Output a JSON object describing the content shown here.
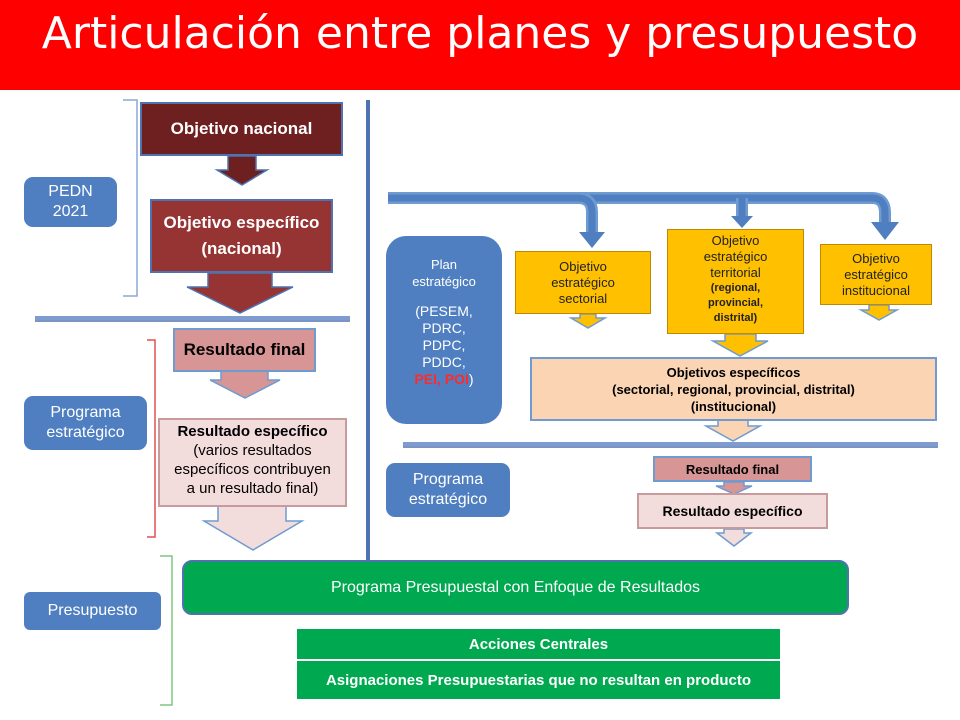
{
  "title": "Articulación entre planes y presupuesto",
  "side_labels": {
    "pedn": "PEDN\n2021",
    "programa_estrategico": "Programa\nestratégico",
    "presupuesto": "Presupuesto"
  },
  "left_column": {
    "objetivo_nacional": "Objetivo nacional",
    "objetivo_especifico": "Objetivo específico\n(nacional)",
    "resultado_final": "Resultado final",
    "resultado_especifico_title": "Resultado específico",
    "resultado_especifico_note": "(varios resultados\nespecíficos contribuyen\na un resultado final)"
  },
  "plan_estrategico": {
    "title": "Plan\nestratégico",
    "items": "(PESEM,\nPDRC,\nPDPC,\nPDDC,",
    "highlight": "PEI, POI",
    "close": ")",
    "highlight_color": "#ff2a2a"
  },
  "objetivos": {
    "sectorial": "Objetivo\nestratégico\nsectorial",
    "territorial": "Objetivo\nestratégico\nterritorial",
    "territorial_note": "(regional,\nprovincial,\ndistrital)",
    "institucional": "Objetivo\nestratégico\ninstitucional"
  },
  "objetivos_especificos": "Objetivos específicos\n(sectorial, regional, provincial, distrital)\n(institucional)",
  "right_programa": {
    "label": "Programa\nestratégico",
    "resultado_final": "Resultado final",
    "resultado_especifico": "Resultado específico"
  },
  "budget": {
    "programa_presupuestal": "Programa Presupuestal con Enfoque de Resultados",
    "acciones_centrales": "Acciones  Centrales",
    "asignaciones": "Asignaciones Presupuestarias que no resultan en producto"
  },
  "colors": {
    "title_bar": "#ff0000",
    "side_box": "#4f7fc0",
    "dark_red": "#6e2020",
    "green": "#00a84f",
    "yellow": "#ffc000",
    "peach": "#fbd4b4"
  }
}
